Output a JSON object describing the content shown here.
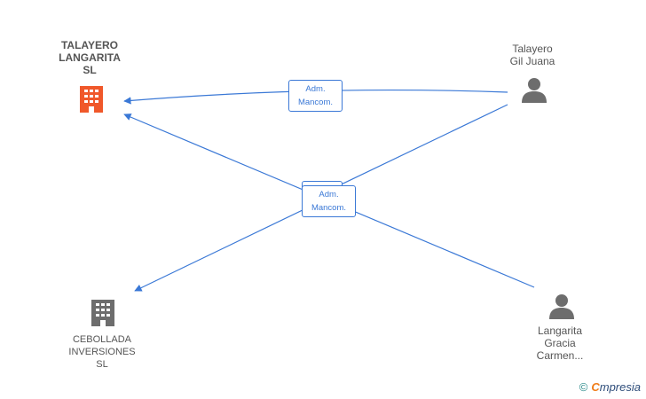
{
  "nodes": {
    "company_main": {
      "line1": "TALAYERO",
      "line2": "LANGARITA",
      "line3": "SL"
    },
    "company_secondary": {
      "line1": "CEBOLLADA",
      "line2": "INVERSIONES",
      "line3": "SL"
    },
    "person_top": {
      "line1": "Talayero",
      "line2": "Gil Juana"
    },
    "person_bottom": {
      "line1": "Langarita",
      "line2": "Gracia",
      "line3": "Carmen..."
    }
  },
  "relations": {
    "top": {
      "line1": "Adm.",
      "line2": "Mancom."
    },
    "center": {
      "line1": "Adm.",
      "line2": "Mancom."
    }
  },
  "brand": {
    "copyright": "©",
    "initial": "C",
    "name": "mpresia"
  },
  "colors": {
    "edge": "#3a78d6",
    "company_main_icon": "#f0582a",
    "company_icon": "#6d6d6d",
    "person_icon": "#6d6d6d"
  }
}
